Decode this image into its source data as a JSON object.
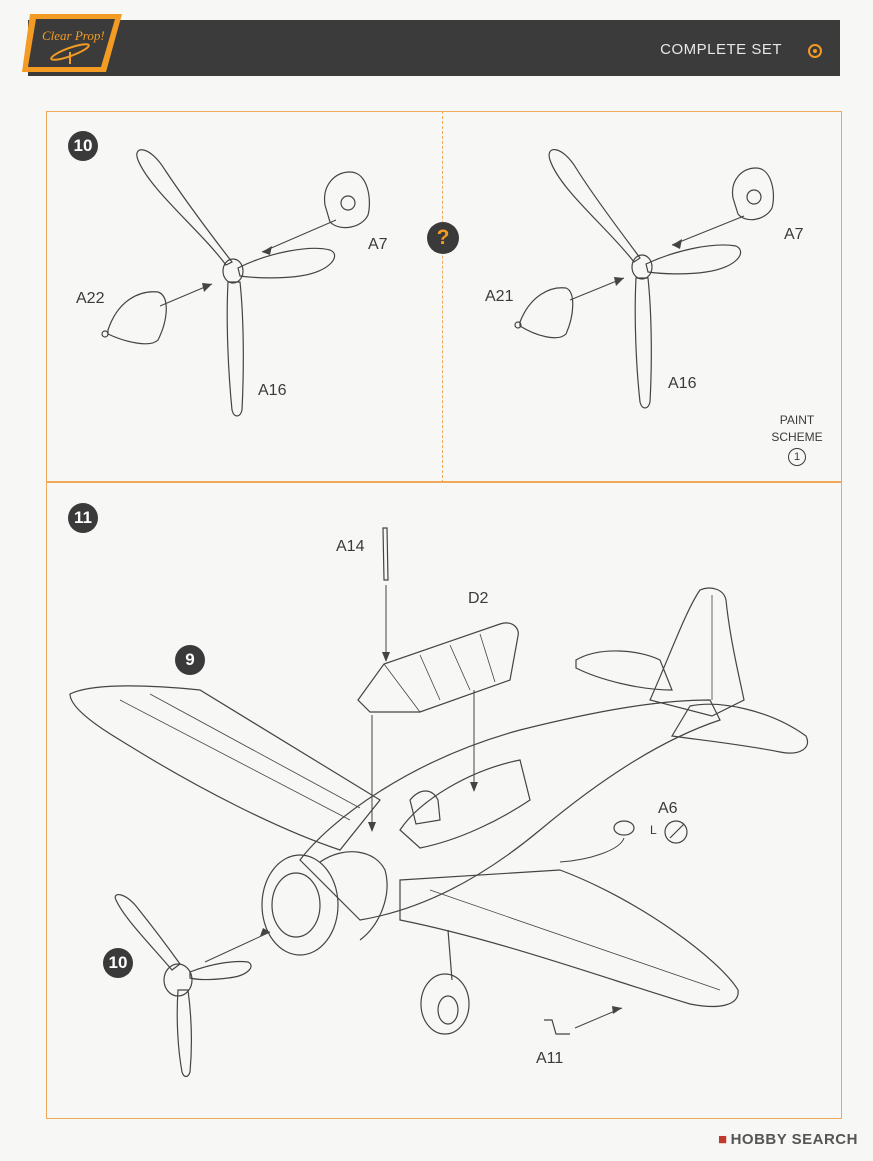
{
  "header": {
    "logo_text": "Clear Prop!",
    "title": "COMPLETE SET"
  },
  "step10": {
    "number": "10",
    "question": "?",
    "left": {
      "labels": [
        "A7",
        "A22",
        "A16"
      ]
    },
    "right": {
      "labels": [
        "A7",
        "A21",
        "A16"
      ]
    },
    "paint_scheme": {
      "label": "PAINT SCHEME",
      "number": "1"
    }
  },
  "step11": {
    "number": "11",
    "sub_step_9": "9",
    "sub_step_10": "10",
    "labels": {
      "a14": "A14",
      "d2": "D2",
      "a6": "A6",
      "a6_side": "L",
      "a11": "A11"
    }
  },
  "watermark": "HOBBY SEARCH",
  "colors": {
    "accent": "#f39b22",
    "header": "#3b3b3b",
    "border": "#f0a85a",
    "ink": "#3a3a3a"
  }
}
